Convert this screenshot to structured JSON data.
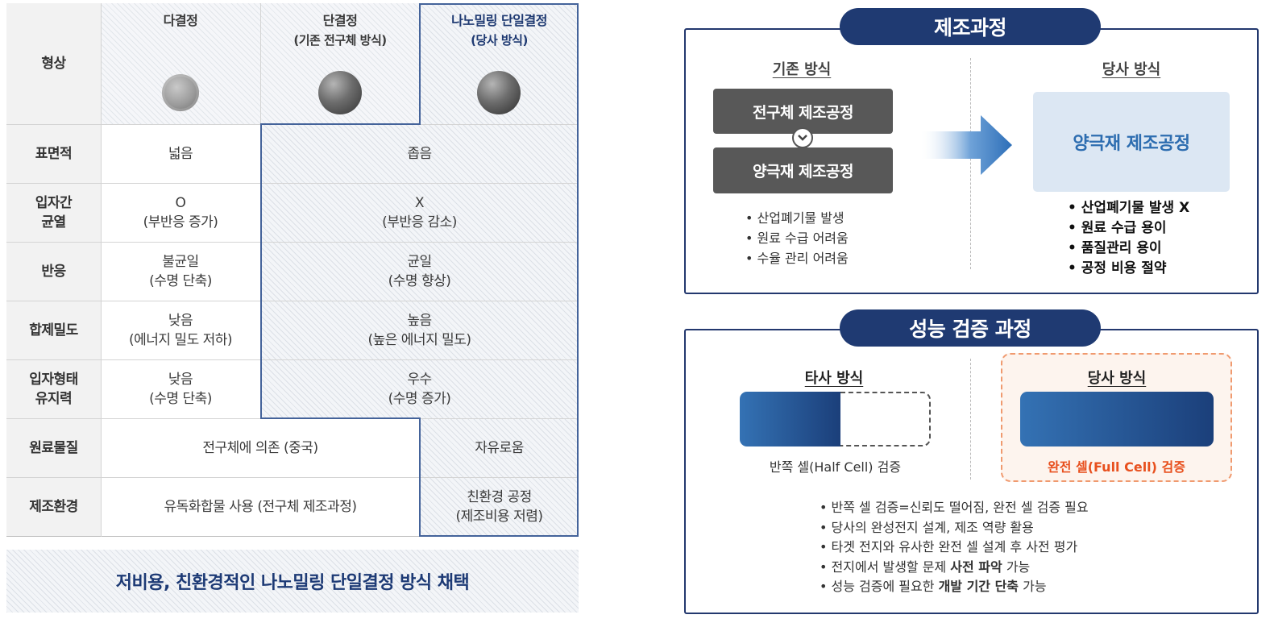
{
  "table": {
    "columns": [
      {
        "title": "다결정",
        "subtitle": ""
      },
      {
        "title": "단결정",
        "subtitle": "(기존 전구체 방식)"
      },
      {
        "title": "나노밀링 단일결정",
        "subtitle": "(당사 방식)"
      }
    ],
    "rows": [
      {
        "label_lines": [
          "형상"
        ]
      },
      {
        "label_lines": [
          "표면적"
        ],
        "col1": [
          "넓음"
        ],
        "col23": [
          "좁음"
        ]
      },
      {
        "label_lines": [
          "입자간",
          "균열"
        ],
        "col1": [
          "O",
          "(부반응 증가)"
        ],
        "col23": [
          "X",
          "(부반응 감소)"
        ]
      },
      {
        "label_lines": [
          "반응"
        ],
        "col1": [
          "불균일",
          "(수명 단축)"
        ],
        "col23": [
          "균일",
          "(수명 향상)"
        ]
      },
      {
        "label_lines": [
          "합제밀도"
        ],
        "col1": [
          "낮음",
          "(에너지 밀도 저하)"
        ],
        "col23": [
          "높음",
          "(높은 에너지 밀도)"
        ]
      },
      {
        "label_lines": [
          "입자형태",
          "유지력"
        ],
        "col1": [
          "낮음",
          "(수명 단축)"
        ],
        "col23": [
          "우수",
          "(수명 증가)"
        ]
      },
      {
        "label_lines": [
          "원료물질"
        ],
        "col12": [
          "전구체에 의존 (중국)"
        ],
        "col3": [
          "자유로움"
        ]
      },
      {
        "label_lines": [
          "제조환경"
        ],
        "col12": [
          "유독화합물 사용 (전구체 제조과정)"
        ],
        "col3": [
          "친환경 공정",
          "(제조비용 저렴)"
        ]
      }
    ],
    "colors": {
      "highlight_border": "#44639a",
      "row_header_bg": "#f2f2f2"
    }
  },
  "summary": "저비용, 친환경적인 나노밀링 단일결정 방식 채택",
  "process_panel": {
    "title": "제조과정",
    "left": {
      "title": "기존 방식",
      "step1": "전구체 제조공정",
      "step2": "양극재 제조공정",
      "bullets": [
        "산업폐기물 발생",
        "원료 수급 어려움",
        "수율 관리 어려움"
      ]
    },
    "right": {
      "title": "당사 방식",
      "step": "양극재 제조공정",
      "bullets": [
        "산업폐기물 발생 X",
        "원료 수급 용이",
        "품질관리 용이",
        "공정 비용 절약"
      ]
    }
  },
  "verify_panel": {
    "title": "성능 검증 과정",
    "left": {
      "title": "타사 방식",
      "caption": "반쪽 셀(Half Cell) 검증"
    },
    "right": {
      "title": "당사 방식",
      "caption": "완전 셀(Full Cell) 검증"
    },
    "bullets": [
      {
        "text": "반쪽 셀 검증=신뢰도 떨어짐, 완전 셀 검증 필요"
      },
      {
        "text": "당사의 완성전지 설계, 제조 역량 활용"
      },
      {
        "text": "타겟 전지와 유사한 완전 셀 설계 후 사전 평가"
      },
      {
        "pre": "전지에서 발생할 문제 ",
        "bold": "사전 파악",
        "post": " 가능"
      },
      {
        "pre": "성능 검증에 필요한 ",
        "bold": "개발 기간 단축",
        "post": " 가능"
      }
    ],
    "colors": {
      "accent_orange": "#e8501e",
      "bar_dark": "#1b3f7a",
      "bar_light": "#3472b4"
    }
  }
}
